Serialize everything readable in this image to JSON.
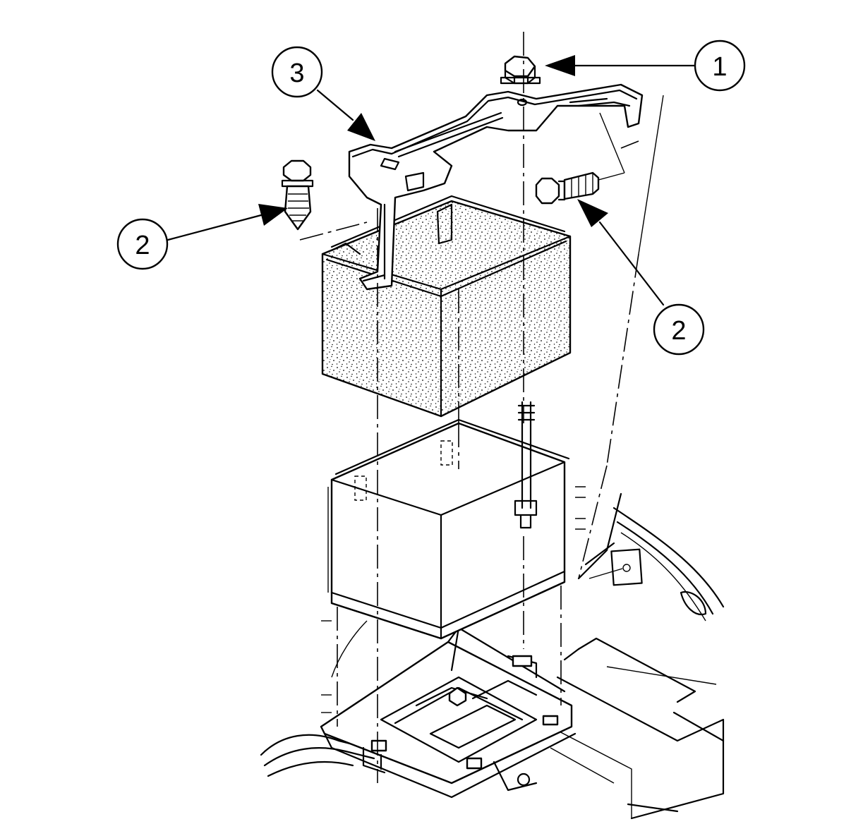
{
  "callouts": [
    {
      "id": "callout-1",
      "label": "1",
      "part": "nut"
    },
    {
      "id": "callout-2a",
      "label": "2",
      "part": "bolt"
    },
    {
      "id": "callout-2b",
      "label": "2",
      "part": "bolt"
    },
    {
      "id": "callout-3",
      "label": "3",
      "part": "hold-down-bracket"
    }
  ],
  "colors": {
    "line": "#000000",
    "background": "#ffffff"
  }
}
